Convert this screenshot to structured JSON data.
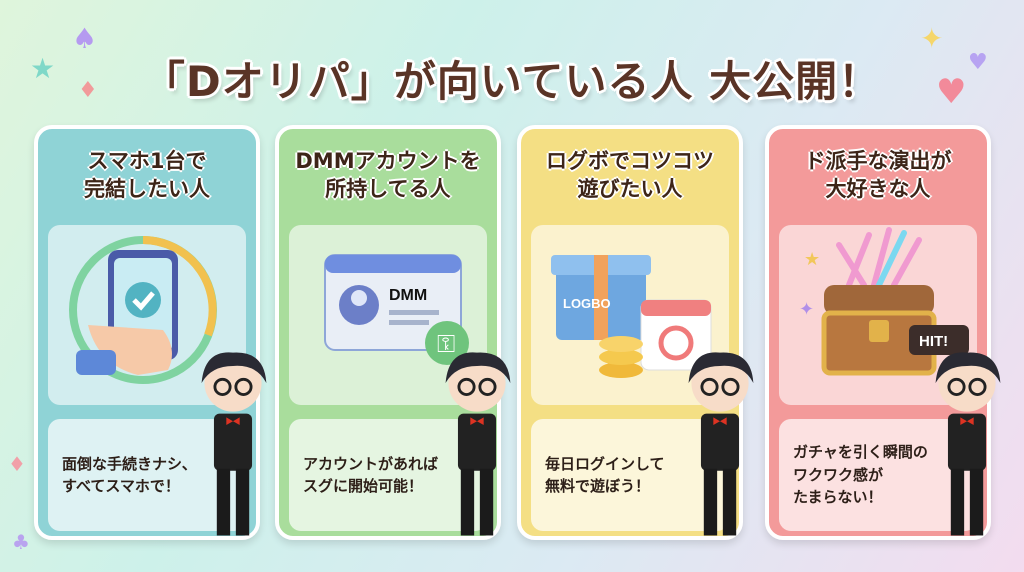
{
  "title": "「Dオリパ」が向いている人 大公開！",
  "cards": [
    {
      "heading": "スマホ1台で\n完結したい人",
      "caption": "面倒な手続きナシ、\nすべてスマホで！",
      "color": "#8fd3d6",
      "icon": "smartphone-check-icon"
    },
    {
      "heading": "DMMアカウントを\n所持してる人",
      "caption": "アカウントがあれば\nスグに開始可能！",
      "color": "#a9dd9c",
      "icon": "dmm-id-card-icon",
      "card_label": "DMM"
    },
    {
      "heading": "ログボでコツコツ\n遊びたい人",
      "caption": "毎日ログインして\n無料で遊ぼう！",
      "color": "#f4df84",
      "icon": "gift-calendar-icon",
      "gift_label": "LOGBO"
    },
    {
      "heading": "ド派手な演出が\n大好きな人",
      "caption": "ガチャを引く瞬間の\nワクワク感が\nたまらない！",
      "color": "#f39a9a",
      "icon": "treasure-chest-icon",
      "badge": "HIT!"
    }
  ]
}
